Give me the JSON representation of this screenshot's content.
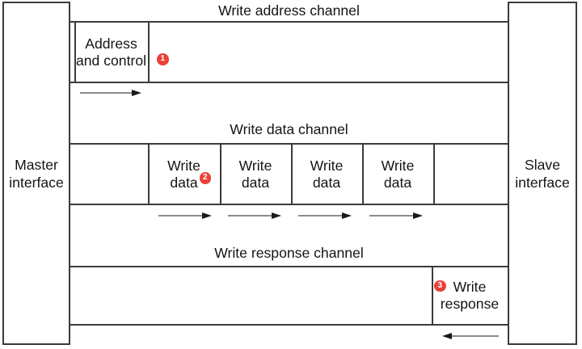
{
  "diagram": {
    "description": "AXI write transaction channel architecture",
    "master": {
      "line1": "Master",
      "line2": "interface"
    },
    "slave": {
      "line1": "Slave",
      "line2": "interface"
    },
    "address_channel": {
      "title": "Write address channel",
      "box_line1": "Address",
      "box_line2": "and control",
      "badge": "1",
      "direction": "master-to-slave"
    },
    "data_channel": {
      "title": "Write data channel",
      "box_line1": "Write",
      "box_line2": "data",
      "box_count": 4,
      "badge": "2",
      "direction": "master-to-slave"
    },
    "response_channel": {
      "title": "Write response channel",
      "box_line1": "Write",
      "box_line2": "response",
      "badge": "3",
      "direction": "slave-to-master"
    },
    "colors": {
      "badge_red": "#e8423a",
      "line": "#3b3b3b",
      "text": "#141414",
      "background": "#ffffff"
    }
  }
}
